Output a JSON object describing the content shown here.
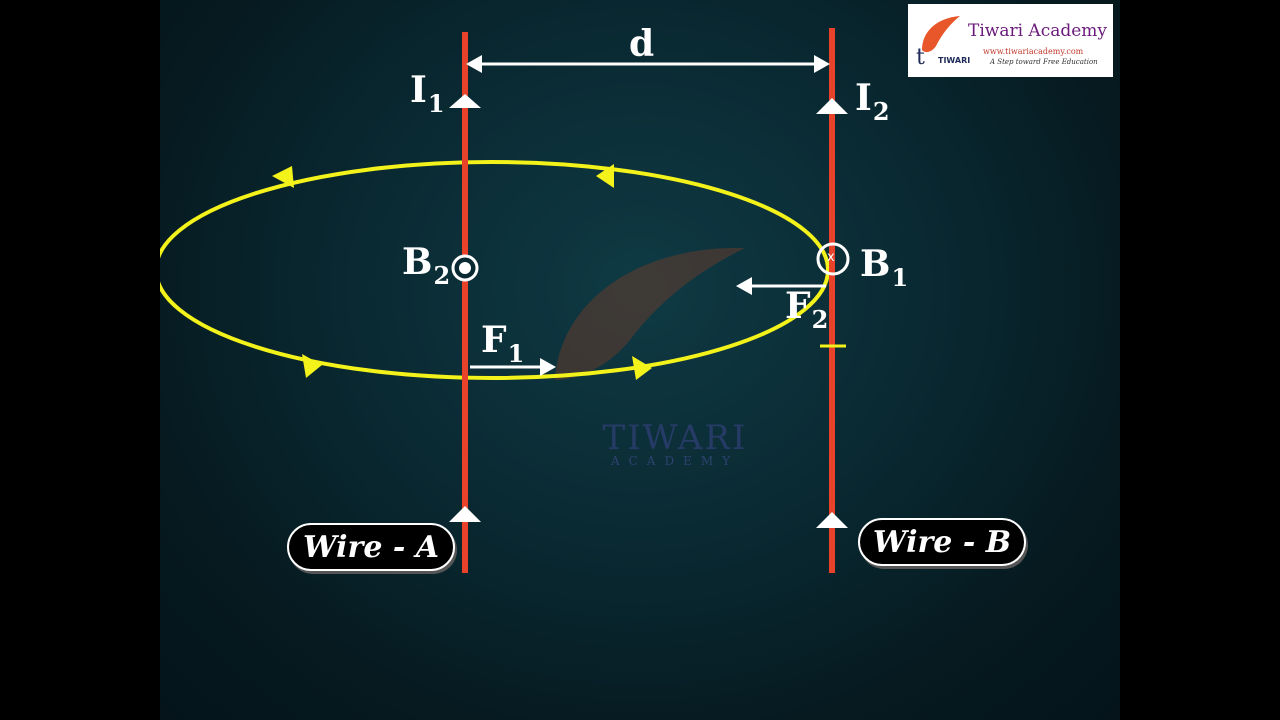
{
  "labels": {
    "d": "d",
    "I1": {
      "base": "I",
      "sub": "1"
    },
    "I2": {
      "base": "I",
      "sub": "2"
    },
    "B2": {
      "base": "B",
      "sub": "2"
    },
    "B1": {
      "base": "B",
      "sub": "1"
    },
    "F1": {
      "base": "F",
      "sub": "1"
    },
    "F2": {
      "base": "F",
      "sub": "2"
    },
    "cross": "x"
  },
  "wires": {
    "a": "Wire - A",
    "b": "Wire - B"
  },
  "logo": {
    "title": "Tiwari Academy",
    "url": "www.tiwariacademy.com",
    "tagline": "A Step toward Free Education",
    "mark": "TIWARI"
  },
  "watermark": {
    "line1": "TIWARI",
    "line2": "ACADEMY"
  },
  "colors": {
    "wire": "#e8432a",
    "field": "#f3f21a",
    "arrow": "#ffffff",
    "background": "#0a2a33"
  }
}
